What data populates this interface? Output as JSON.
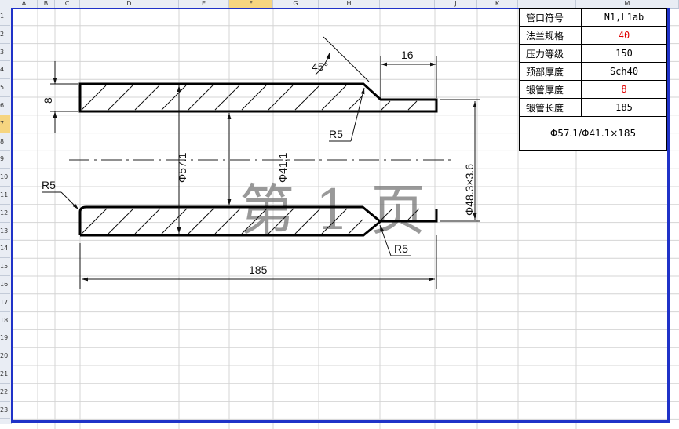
{
  "columns": [
    "A",
    "B",
    "C",
    "D",
    "E",
    "F",
    "G",
    "H",
    "I",
    "J",
    "K",
    "L",
    "M"
  ],
  "selected_column": "F",
  "rows": [
    "1",
    "2",
    "3",
    "4",
    "5",
    "6",
    "7",
    "8",
    "9",
    "10",
    "11",
    "12",
    "13",
    "14",
    "15",
    "16",
    "17",
    "18",
    "19",
    "20",
    "21",
    "22",
    "23"
  ],
  "selected_row": "7",
  "spec_table": [
    {
      "label": "管口符号",
      "value": "N1,L1ab",
      "highlight": false
    },
    {
      "label": "法兰规格",
      "value": "40",
      "highlight": true
    },
    {
      "label": "压力等级",
      "value": "150",
      "highlight": false
    },
    {
      "label": "颈部厚度",
      "value": "Sch40",
      "highlight": false
    },
    {
      "label": "锻管厚度",
      "value": "8",
      "highlight": true
    },
    {
      "label": "锻管长度",
      "value": "185",
      "highlight": false
    }
  ],
  "spec_summary": "Φ57.1/Φ41.1×185",
  "drawing": {
    "dim_wall": "8",
    "dim_neck_len": "16",
    "dim_angle": "45°",
    "dim_outer": "Φ57.1",
    "dim_inner": "Φ41.1",
    "dim_neck": "Φ48.3×3.6",
    "dim_length": "185",
    "radius_top": "R5",
    "radius_left": "R5",
    "radius_bottom": "R5",
    "watermark": "第 1 页"
  },
  "colors": {
    "frame": "#1f32c8",
    "highlight": "#e00000",
    "header": "#e9edf4"
  }
}
